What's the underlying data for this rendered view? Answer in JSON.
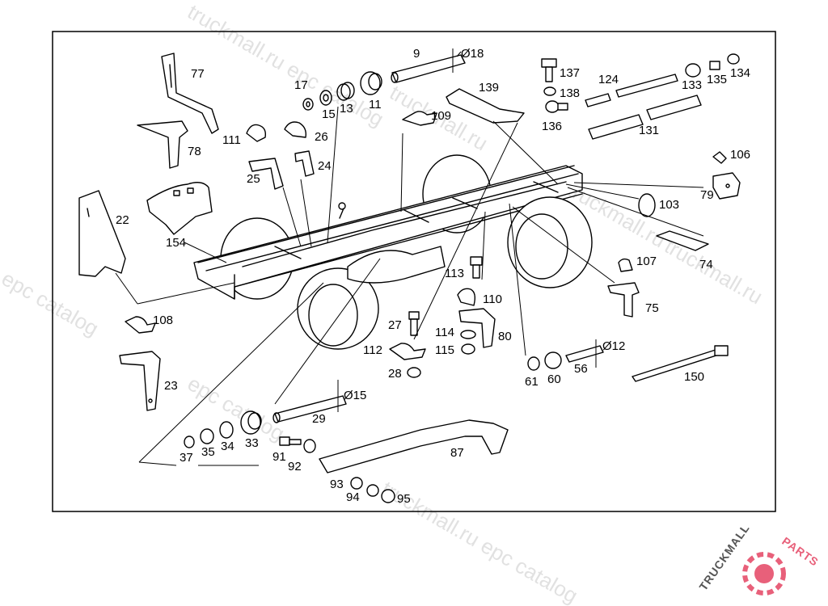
{
  "diagram": {
    "callouts": {
      "c77": "77",
      "c78": "78",
      "c22": "22",
      "c154": "154",
      "c108": "108",
      "c23": "23",
      "c111": "111",
      "c26": "26",
      "c25": "25",
      "c24": "24",
      "c17": "17",
      "c15": "15",
      "c13": "13",
      "c11": "11",
      "c9": "9",
      "c18": "Ø18",
      "c109": "109",
      "c139": "139",
      "c137": "137",
      "c138": "138",
      "c136": "136",
      "c124": "124",
      "c133": "133",
      "c135": "135",
      "c134": "134",
      "c131": "131",
      "c106": "106",
      "c79": "79",
      "c103": "103",
      "c74": "74",
      "c107": "107",
      "c75": "75",
      "c113": "113",
      "c110": "110",
      "c27": "27",
      "c114": "114",
      "c115": "115",
      "c80": "80",
      "c112": "112",
      "c28": "28",
      "c61": "61",
      "c60": "60",
      "c56": "56",
      "c12": "Ø12",
      "c150": "150",
      "c15b": "Ø15",
      "c29": "29",
      "c37": "37",
      "c35": "35",
      "c34": "34",
      "c33": "33",
      "c91": "91",
      "c92": "92",
      "c87": "87",
      "c93": "93",
      "c94": "94",
      "c95": "95"
    }
  },
  "watermark": {
    "w1": "truckmall.ru epc catalog",
    "w2": "truckmall.ru",
    "w3": "epc catalog",
    "w4": "truckmall.ru",
    "w5": "epc catalog",
    "w6": "truckmall.ru epc catalog",
    "w7": "truckmall.ru"
  },
  "logo": {
    "text_a": "TRUCKMALL",
    "text_b": "PARTS",
    "color_a": "#555555",
    "color_b": "#e8607a"
  }
}
